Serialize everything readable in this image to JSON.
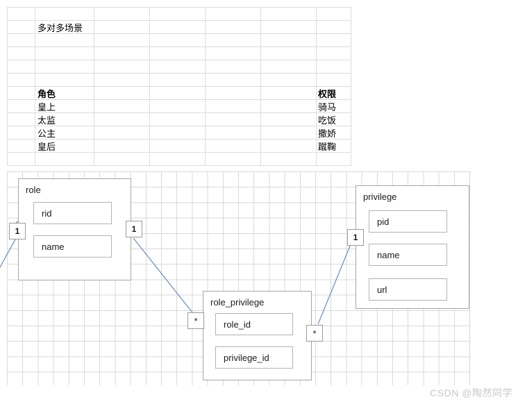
{
  "spreadsheet": {
    "title_cell": "多对多场景",
    "columns": [
      {
        "header": "角色",
        "values": [
          "皇上",
          "太监",
          "公主",
          "皇后"
        ]
      },
      {
        "header": "权限",
        "values": [
          "骑马",
          "吃饭",
          "撒娇",
          "蹴鞠"
        ]
      }
    ],
    "grid": {
      "column_x": [
        10,
        50,
        135,
        215,
        295,
        375,
        455,
        505
      ],
      "row_y": [
        10,
        29,
        48,
        67,
        86,
        105,
        124,
        143,
        162,
        181,
        200,
        219,
        238
      ]
    }
  },
  "diagram": {
    "type": "er-diagram",
    "entities": [
      {
        "name": "role",
        "attributes": [
          "rid",
          "name"
        ]
      },
      {
        "name": "role_privilege",
        "attributes": [
          "role_id",
          "privilege_id"
        ]
      },
      {
        "name": "privilege",
        "attributes": [
          "pid",
          "name",
          "url"
        ]
      }
    ],
    "cardinalities": {
      "left_edge": "1",
      "role_left": "1",
      "role_right": "1",
      "junction_left": "*",
      "junction_right": "*",
      "privilege_left": "1"
    },
    "colors": {
      "connector": "#7693c4",
      "grid": "#d9d9d9",
      "entity_border": "#a6a6a6",
      "attribute_border": "#b3b3b3"
    }
  },
  "watermark": {
    "text": "CSDN @陶然同学"
  }
}
